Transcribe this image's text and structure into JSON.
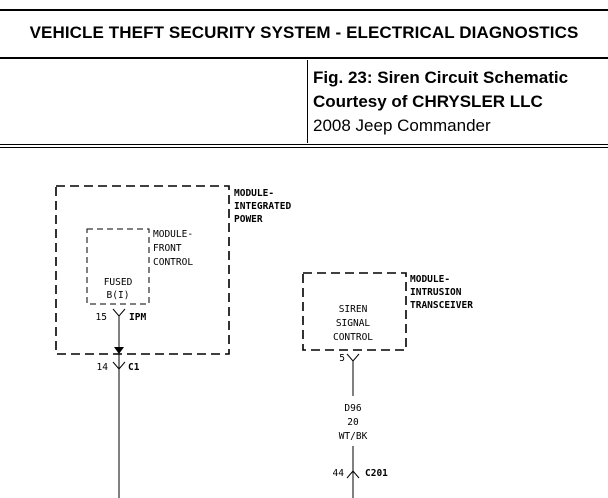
{
  "header": {
    "title": "VEHICLE THEFT SECURITY SYSTEM - ELECTRICAL DIAGNOSTICS",
    "figure_title": "Fig. 23: Siren Circuit Schematic",
    "courtesy": "Courtesy of CHRYSLER LLC",
    "vehicle": "2008 Jeep Commander"
  },
  "schematic": {
    "ipm": {
      "label": [
        "MODULE-",
        "INTEGRATED",
        "POWER"
      ]
    },
    "fcm": {
      "label": [
        "MODULE-",
        "FRONT",
        "CONTROL"
      ],
      "fused": [
        "FUSED",
        "B(I)"
      ]
    },
    "pin_ipm": {
      "pin": "15",
      "connector": "IPM"
    },
    "pin_c1": {
      "pin": "14",
      "connector": "C1"
    },
    "itm": {
      "label": [
        "MODULE-",
        "INTRUSION",
        "TRANSCEIVER"
      ],
      "internal": [
        "SIREN",
        "SIGNAL",
        "CONTROL"
      ]
    },
    "pin_itm": {
      "pin": "5"
    },
    "wire": [
      "D96",
      "20",
      "WT/BK"
    ],
    "pin_c201": {
      "pin": "44",
      "connector": "C201"
    }
  }
}
